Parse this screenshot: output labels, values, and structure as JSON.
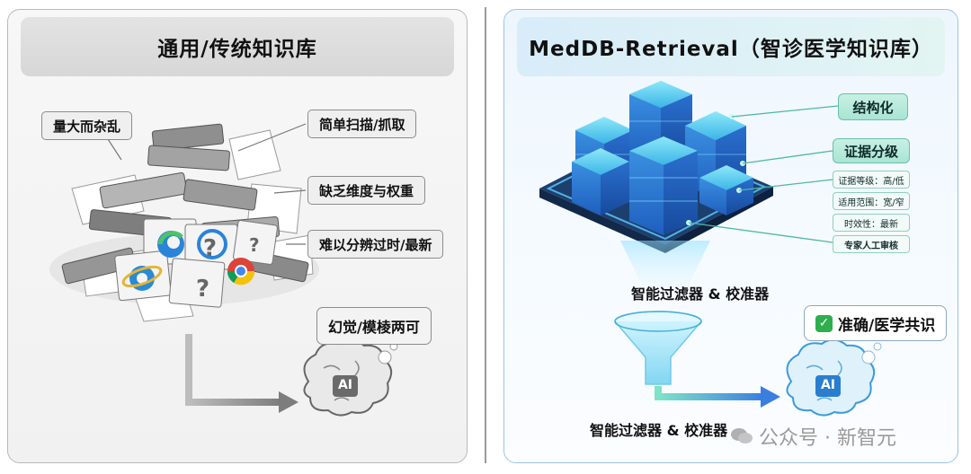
{
  "left_panel": {
    "title": "通用/传统知识库",
    "callouts": [
      "量大而杂乱",
      "简单扫描/抓取",
      "缺乏维度与权重",
      "难以分辨过时/最新"
    ],
    "hallucination": "幻觉/模棱两可",
    "brain_label": "AI"
  },
  "right_panel": {
    "title": "MedDB-Retrieval（智诊医学知识库）",
    "tag_structured": "结构化",
    "tag_evidence": "证据分级",
    "sub_tags": [
      "证据等级：高/低",
      "适用范围：宽/窄",
      "时效性：最新"
    ],
    "tag_expert": "专家人工审核",
    "filter_label_top": "智能过滤器 & 校准器",
    "filter_label_bottom": "智能过滤器 & 校准器",
    "consensus": "准确/医学共识",
    "brain_label": "AI"
  },
  "watermark": "公众号 · 新智元",
  "colors": {
    "left_accent": "#8c8c8c",
    "right_accent": "#3a9bdc",
    "tag_green": "#a9e4d2",
    "check_green": "#2fae4e"
  }
}
